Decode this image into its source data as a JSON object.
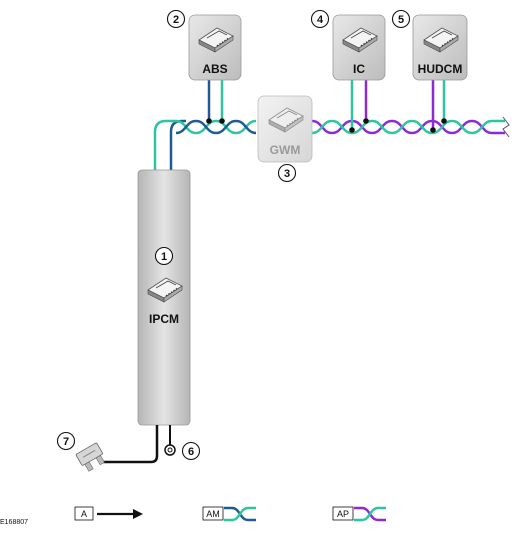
{
  "modules": {
    "abs": "ABS",
    "gwm": "GWM",
    "ic": "IC",
    "hudcm": "HUDCM",
    "ipcm": "IPCM"
  },
  "callouts": [
    "1",
    "2",
    "3",
    "4",
    "5",
    "6",
    "7"
  ],
  "legend": {
    "a": "A",
    "am": "AM",
    "ap": "AP"
  },
  "reference": "E168807",
  "colors": {
    "teal": "#2ec4a0",
    "navy": "#1f5a96",
    "purple": "#8b2bd6"
  },
  "icons": [
    "module-chip-icon",
    "fuse-icon",
    "ground-icon",
    "arrow-icon",
    "twisted-pair-icon"
  ]
}
